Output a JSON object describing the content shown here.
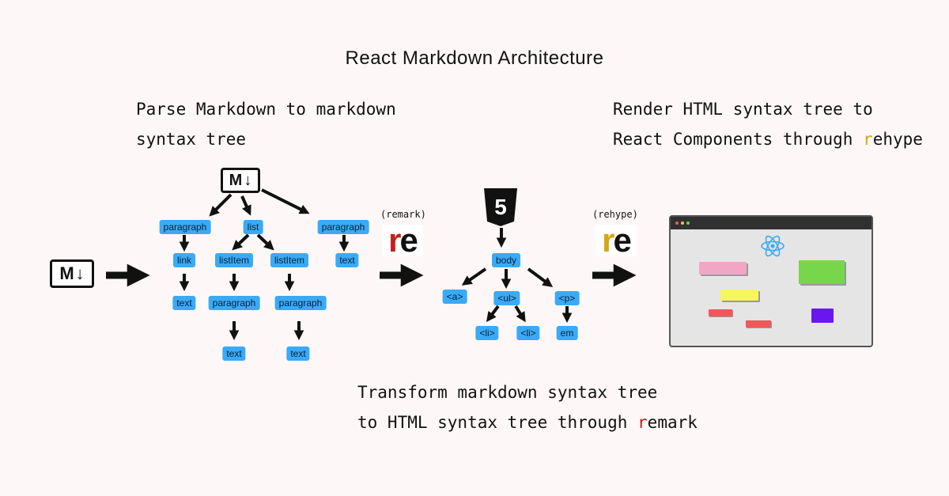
{
  "title": "React Markdown Architecture",
  "captions": {
    "parse": {
      "line1": "Parse Markdown to markdown",
      "line2": "syntax tree"
    },
    "render": {
      "line1": "Render HTML syntax tree to",
      "line2_pre": "React Components through ",
      "line2_hl": "r",
      "line2_post": "ehype"
    },
    "transform": {
      "line1": "Transform markdown syntax tree",
      "line2_pre": "to HTML syntax tree through ",
      "line2_hl": "r",
      "line2_post": "emark"
    }
  },
  "logos": {
    "markdown_m": "M",
    "markdown_arrow": "↓",
    "remark_label": "(remark)",
    "rehype_label": "(rehype)",
    "re_r": "r",
    "re_e": "e",
    "html5_digit": "5"
  },
  "colors": {
    "node": "#3aaaf6",
    "remark_r": "#c81d1d",
    "rehype_r": "#d6a511",
    "react_logo": "#3aaaf6",
    "block_pink": "#f2a6c6",
    "block_green": "#78d64b",
    "block_yellow": "#f7f55a",
    "block_red": "#ee5a5a",
    "block_purple": "#6a16f0"
  },
  "mdast": {
    "level1": [
      "paragraph",
      "list",
      "paragraph"
    ],
    "level2": [
      "link",
      "listItem",
      "listItem",
      "text"
    ],
    "level3": [
      "text",
      "paragraph",
      "paragraph"
    ],
    "level4": [
      "text",
      "text"
    ]
  },
  "hast": {
    "root": "body",
    "level1": [
      "<a>",
      "<ul>",
      "<p>"
    ],
    "level2": [
      "<li>",
      "<li>",
      "em"
    ]
  },
  "icons": [
    "markdown-icon",
    "html5-icon",
    "react-icon",
    "browser-window"
  ]
}
